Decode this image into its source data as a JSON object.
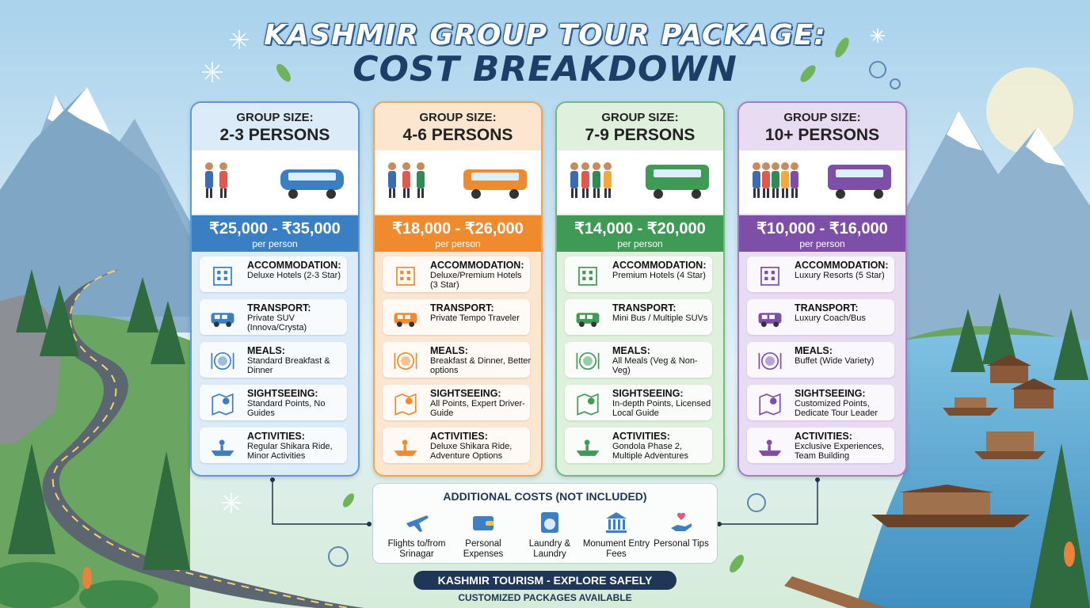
{
  "title": {
    "line1": "KASHMIR GROUP TOUR PACKAGE:",
    "line2": "COST BREAKDOWN"
  },
  "cards": [
    {
      "group_label": "GROUP SIZE:",
      "persons": "2-3 PERSONS",
      "price": "₹25,000 - ₹35,000",
      "per_person": "per person",
      "accent": "#3a7fc4",
      "light": "#dcebf8",
      "border": "#5b9ad6",
      "rows": [
        {
          "label": "ACCOMMODATION:",
          "value": "Deluxe Hotels (2-3 Star)"
        },
        {
          "label": "TRANSPORT:",
          "value": "Private SUV (Innova/Crysta)"
        },
        {
          "label": "MEALS:",
          "value": "Standard Breakfast & Dinner"
        },
        {
          "label": "SIGHTSEEING:",
          "value": "Standard Points, No Guides"
        },
        {
          "label": "ACTIVITIES:",
          "value": "Regular Shikara Ride, Minor Activities"
        }
      ]
    },
    {
      "group_label": "GROUP SIZE:",
      "persons": "4-6 PERSONS",
      "price": "₹18,000 - ₹26,000",
      "per_person": "per person",
      "accent": "#ef8a2e",
      "light": "#fde6cf",
      "border": "#f0a556",
      "rows": [
        {
          "label": "ACCOMMODATION:",
          "value": "Deluxe/Premium Hotels (3 Star)"
        },
        {
          "label": "TRANSPORT:",
          "value": "Private Tempo Traveler"
        },
        {
          "label": "MEALS:",
          "value": "Breakfast & Dinner, Better options"
        },
        {
          "label": "SIGHTSEEING:",
          "value": "All Points, Expert Driver-Guide"
        },
        {
          "label": "ACTIVITIES:",
          "value": "Deluxe Shikara Ride, Adventure Options"
        }
      ]
    },
    {
      "group_label": "GROUP SIZE:",
      "persons": "7-9 PERSONS",
      "price": "₹14,000 - ₹20,000",
      "per_person": "per person",
      "accent": "#3f9a55",
      "light": "#dff1dc",
      "border": "#6fbc7c",
      "rows": [
        {
          "label": "ACCOMMODATION:",
          "value": "Premium Hotels (4 Star)"
        },
        {
          "label": "TRANSPORT:",
          "value": "Mini Bus / Multiple SUVs"
        },
        {
          "label": "MEALS:",
          "value": "All Meals (Veg & Non-Veg)"
        },
        {
          "label": "SIGHTSEEING:",
          "value": "In-depth Points, Licensed Local Guide"
        },
        {
          "label": "ACTIVITIES:",
          "value": "Gondola Phase 2, Multiple Adventures"
        }
      ]
    },
    {
      "group_label": "GROUP SIZE:",
      "persons": "10+ PERSONS",
      "price": "₹10,000 - ₹16,000",
      "per_person": "per person",
      "accent": "#7e4fa8",
      "light": "#e8dcf3",
      "border": "#a47cc8",
      "rows": [
        {
          "label": "ACCOMMODATION:",
          "value": "Luxury Resorts (5 Star)"
        },
        {
          "label": "TRANSPORT:",
          "value": "Luxury Coach/Bus"
        },
        {
          "label": "MEALS:",
          "value": "Buffet (Wide Variety)"
        },
        {
          "label": "SIGHTSEEING:",
          "value": "Customized Points, Dedicate Tour Leader"
        },
        {
          "label": "ACTIVITIES:",
          "value": "Exclusive Experiences, Team Building"
        }
      ]
    }
  ],
  "additional": {
    "heading": "ADDITIONAL COSTS (NOT INCLUDED)",
    "items": [
      {
        "label": "Flights to/from Srinagar",
        "icon": "airplane-icon"
      },
      {
        "label": "Personal Expenses",
        "icon": "wallet-icon"
      },
      {
        "label": "Laundry & Laundry",
        "icon": "washing-machine-icon"
      },
      {
        "label": "Monument Entry Fees",
        "icon": "monument-icon"
      },
      {
        "label": "Personal Tips",
        "icon": "tip-hand-icon"
      }
    ]
  },
  "footer": {
    "banner": "KASHMIR TOURISM - EXPLORE SAFELY",
    "sub": "CUSTOMIZED PACKAGES AVAILABLE"
  }
}
